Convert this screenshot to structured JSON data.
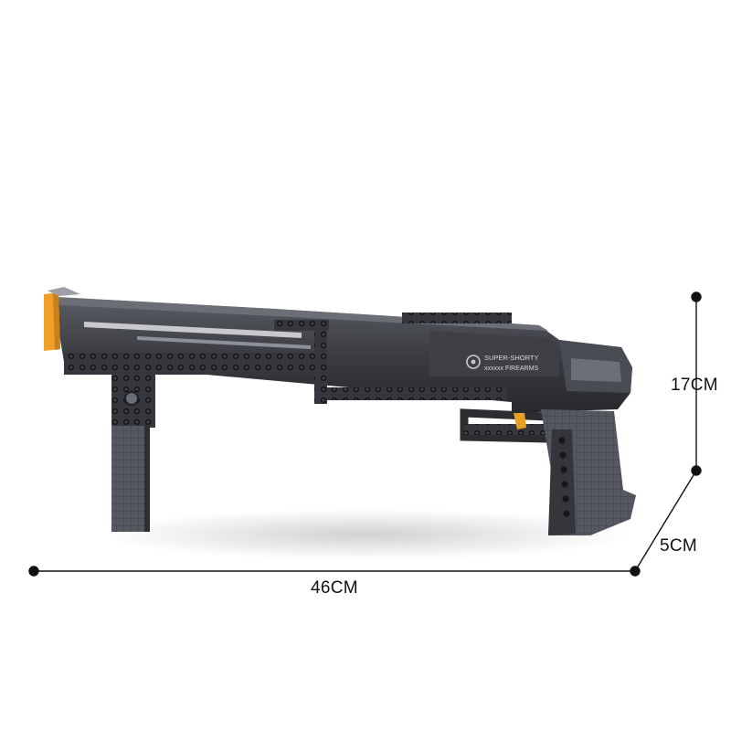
{
  "dimensions": {
    "length": "46CM",
    "height": "17CM",
    "depth": "5CM"
  },
  "product": {
    "engraving_line1": "SUPER-SHORTY",
    "engraving_line2": "xxxxxx FIREARMS"
  },
  "colors": {
    "body": "#3b3d42",
    "body_dark": "#222428",
    "body_light": "#6a6d74",
    "muzzle_cap": "#f0a02a",
    "trigger": "#e8a020",
    "dimension_line": "#111111"
  }
}
